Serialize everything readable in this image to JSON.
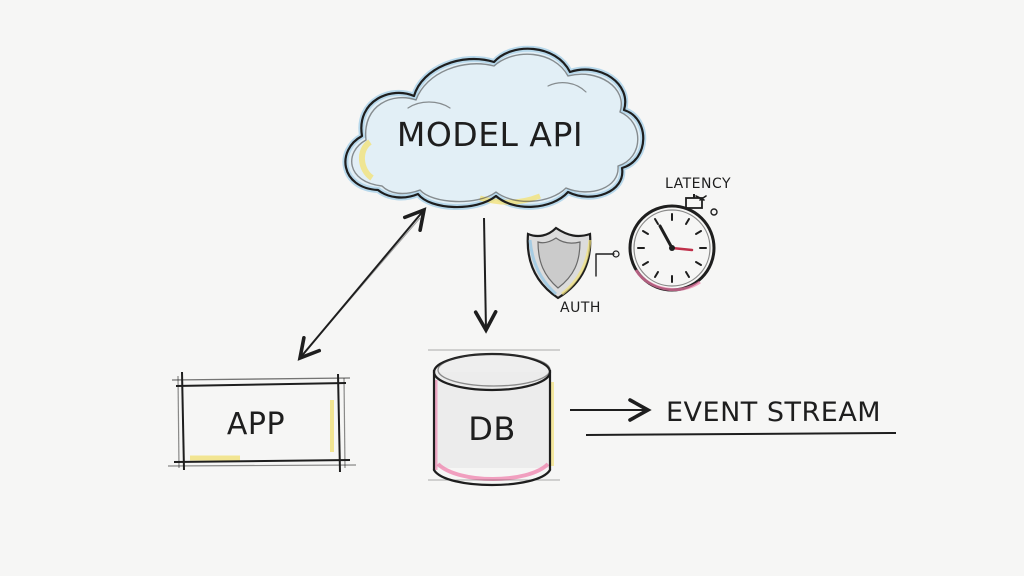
{
  "nodes": {
    "cloud": {
      "label": "MODEL API"
    },
    "app": {
      "label": "APP"
    },
    "db": {
      "label": "DB"
    },
    "event_stream": {
      "label": "EVENT STREAM"
    },
    "auth": {
      "label": "AUTH",
      "icon": "shield-icon"
    },
    "latency": {
      "label": "LATENCY",
      "icon": "stopwatch-icon"
    }
  },
  "colors": {
    "ink": "#1e1e1e",
    "blue_accent": "#8ec5e6",
    "yellow_accent": "#f2e27a",
    "pink_accent": "#ef7aa8"
  }
}
